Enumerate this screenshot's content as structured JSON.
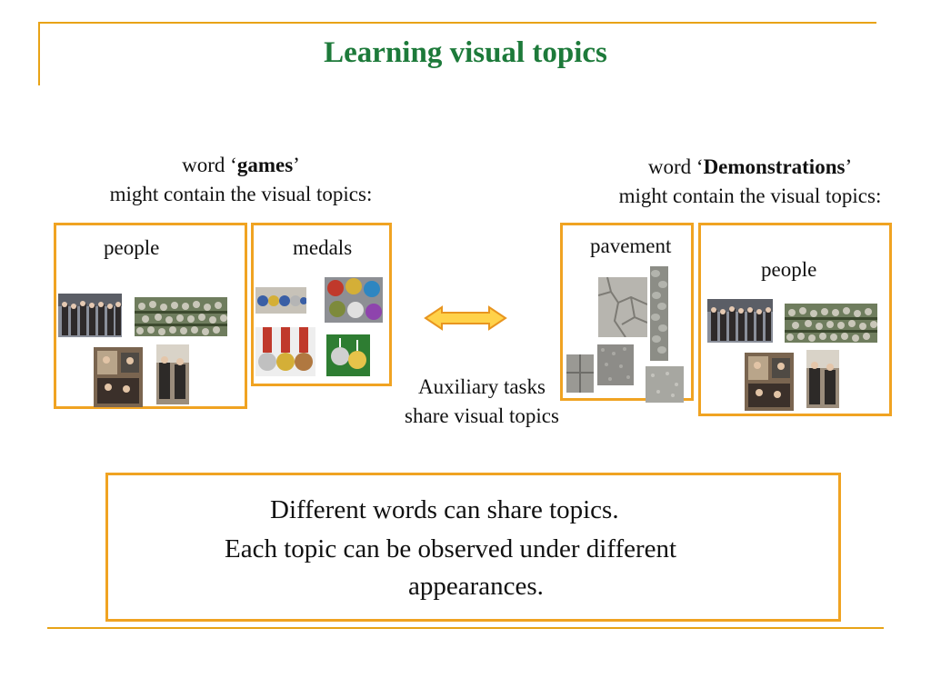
{
  "slide": {
    "title": "Learning visual topics",
    "left_caption": {
      "prefix": "word ‘",
      "word": "games",
      "suffix": "’",
      "line2": "might contain the visual topics:"
    },
    "right_caption": {
      "prefix": "word ‘",
      "word": "Demonstrations",
      "suffix": "’",
      "line2": "might contain the visual topics:"
    },
    "boxes": {
      "people_left": "people",
      "medals": "medals",
      "pavement": "pavement",
      "people_right": "people"
    },
    "aux": {
      "line1": "Auxiliary tasks",
      "line2": "share visual topics"
    },
    "summary": {
      "line1": "Different words can share topics.",
      "line2": "Each topic can be observed under different",
      "line3": "appearances."
    },
    "colors": {
      "title": "#1d7a3a",
      "accent": "#f0a322",
      "arrow_fill": "#ffd24a"
    }
  }
}
